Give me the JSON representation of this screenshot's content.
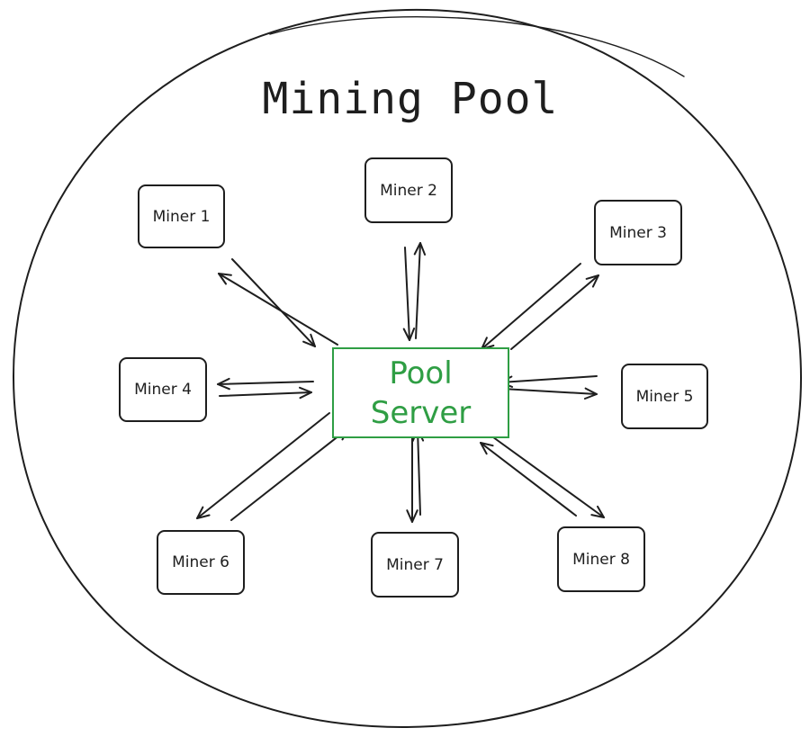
{
  "diagram": {
    "title": "Mining Pool",
    "server": {
      "line1": "Pool",
      "line2": "Server"
    },
    "miners": [
      "Miner 1",
      "Miner 2",
      "Miner 3",
      "Miner 4",
      "Miner 5",
      "Miner 6",
      "Miner 7",
      "Miner 8"
    ],
    "connections": [
      {
        "from": "Miner 1",
        "to": "Pool Server",
        "bidirectional": true
      },
      {
        "from": "Miner 2",
        "to": "Pool Server",
        "bidirectional": true
      },
      {
        "from": "Miner 3",
        "to": "Pool Server",
        "bidirectional": true
      },
      {
        "from": "Miner 4",
        "to": "Pool Server",
        "bidirectional": true
      },
      {
        "from": "Miner 5",
        "to": "Pool Server",
        "bidirectional": true
      },
      {
        "from": "Miner 6",
        "to": "Pool Server",
        "bidirectional": true
      },
      {
        "from": "Miner 7",
        "to": "Pool Server",
        "bidirectional": true
      },
      {
        "from": "Miner 8",
        "to": "Pool Server",
        "bidirectional": true
      }
    ],
    "colors": {
      "stroke": "#1e1e1e",
      "server": "#2f9e44",
      "background": "#ffffff"
    }
  }
}
